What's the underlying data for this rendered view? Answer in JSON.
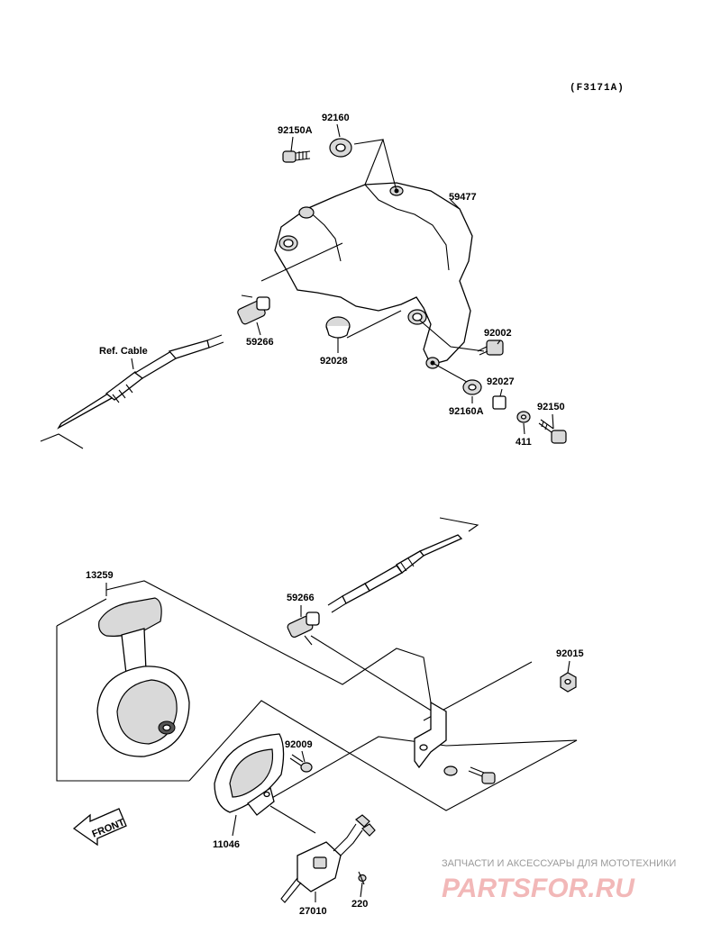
{
  "diagram_code": "(F3171A)",
  "labels": {
    "p92160_top": "92160",
    "p92150A_top": "92150A",
    "p59477": "59477",
    "p59266_top": "59266",
    "ref_cable": "Ref. Cable",
    "p92028": "92028",
    "p92002": "92002",
    "p92027": "92027",
    "p92160A": "92160A",
    "p92150": "92150",
    "p411": "411",
    "p13259": "13259",
    "p59266_bottom": "59266",
    "p92015": "92015",
    "p92009": "92009",
    "p11046": "11046",
    "p27010": "27010",
    "p220": "220"
  },
  "front_arrow": "FRONT",
  "watermark": {
    "subtitle": "ЗАПЧАСТИ И АКСЕССУАРЫ ДЛЯ МОТОТЕХНИКИ",
    "brand": "PARTSFOR.RU"
  }
}
